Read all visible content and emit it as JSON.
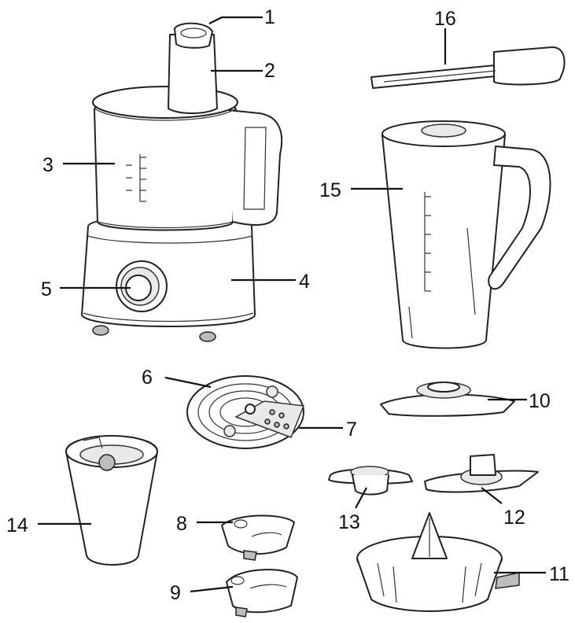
{
  "callouts": [
    {
      "id": "1",
      "label": "1"
    },
    {
      "id": "2",
      "label": "2"
    },
    {
      "id": "3",
      "label": "3"
    },
    {
      "id": "4",
      "label": "4"
    },
    {
      "id": "5",
      "label": "5"
    },
    {
      "id": "6",
      "label": "6"
    },
    {
      "id": "7",
      "label": "7"
    },
    {
      "id": "8",
      "label": "8"
    },
    {
      "id": "9",
      "label": "9"
    },
    {
      "id": "10",
      "label": "10"
    },
    {
      "id": "11",
      "label": "11"
    },
    {
      "id": "12",
      "label": "12"
    },
    {
      "id": "13",
      "label": "13"
    },
    {
      "id": "14",
      "label": "14"
    },
    {
      "id": "15",
      "label": "15"
    },
    {
      "id": "16",
      "label": "16"
    }
  ],
  "colors": {
    "line": "#222222",
    "background": "#ffffff"
  }
}
